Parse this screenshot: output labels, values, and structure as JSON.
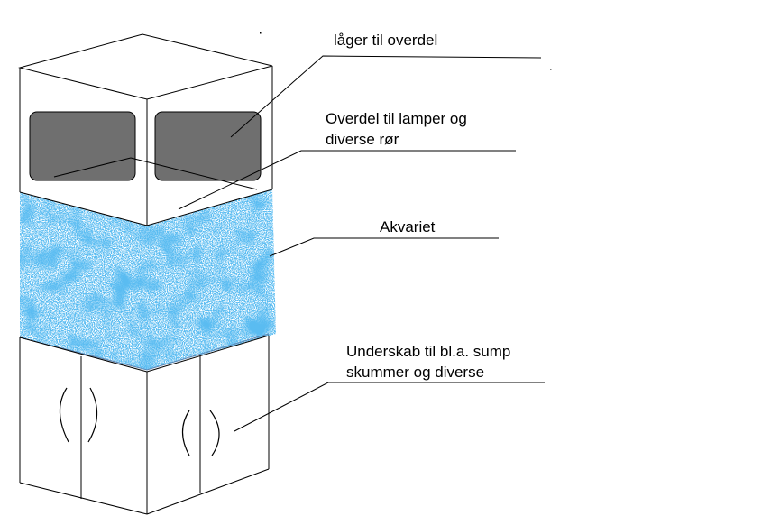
{
  "labels": {
    "doors_upper": "låger til overdel",
    "upper_line1": "Overdel til lamper og",
    "upper_line2": "diverse rør",
    "aquarium": "Akvariet",
    "cabinet_line1": "Underskab til bl.a. sump",
    "cabinet_line2": "skummer og diverse"
  },
  "colors": {
    "stroke": "#000000",
    "door_panel": "#6f6f6f",
    "water": "#1a7fe0"
  }
}
